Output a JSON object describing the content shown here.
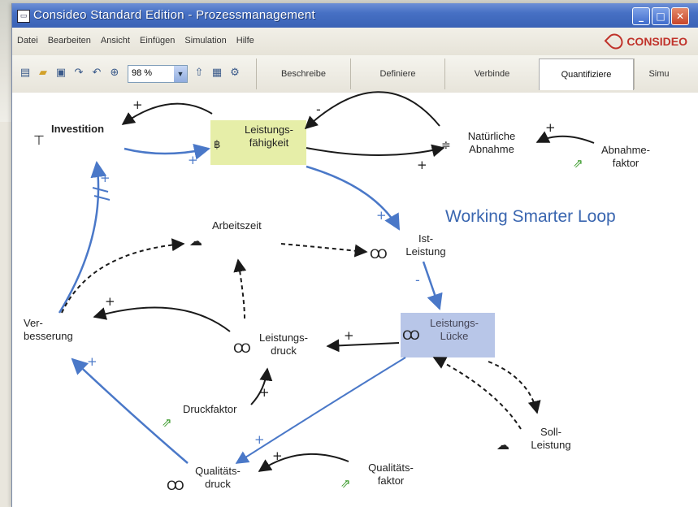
{
  "window": {
    "title": "Consideo Standard Edition - Prozessmanagement"
  },
  "menu": [
    "Datei",
    "Bearbeiten",
    "Ansicht",
    "Einfügen",
    "Simulation",
    "Hilfe"
  ],
  "brand": "CONSIDEO",
  "toolbar": {
    "zoom": "98 %",
    "tabs": [
      "Beschreibe",
      "Definiere",
      "Verbinde",
      "Quantifiziere",
      "Simu"
    ],
    "active_tab": "Quantifiziere"
  },
  "diagram": {
    "heading": "Working Smarter Loop",
    "nodes": {
      "investition": "Investition",
      "leistungsfaehigkeit": "Leistungs-\nfähigkeit",
      "natuerliche_abnahme": "Natürliche\nAbnahme",
      "abnahmefaktor": "Abnahme-\nfaktor",
      "arbeitszeit": "Arbeitszeit",
      "ist_leistung": "Ist-\nLeistung",
      "verbesserung": "Ver-\nbesserung",
      "leistungsdruck": "Leistungs-\ndruck",
      "leistungsluecke": "Leistungs-\nLücke",
      "druckfaktor": "Druckfaktor",
      "soll_leistung": "Soll-\nLeistung",
      "qualitaetsdruck": "Qualitäts-\ndruck",
      "qualitaetsfaktor": "Qualitäts-\nfaktor"
    },
    "signs": {
      "plus": "+",
      "minus": "-"
    },
    "colors": {
      "blue": "#4a78c8",
      "black": "#1a1a1a",
      "heading": "#3a66b0"
    }
  }
}
